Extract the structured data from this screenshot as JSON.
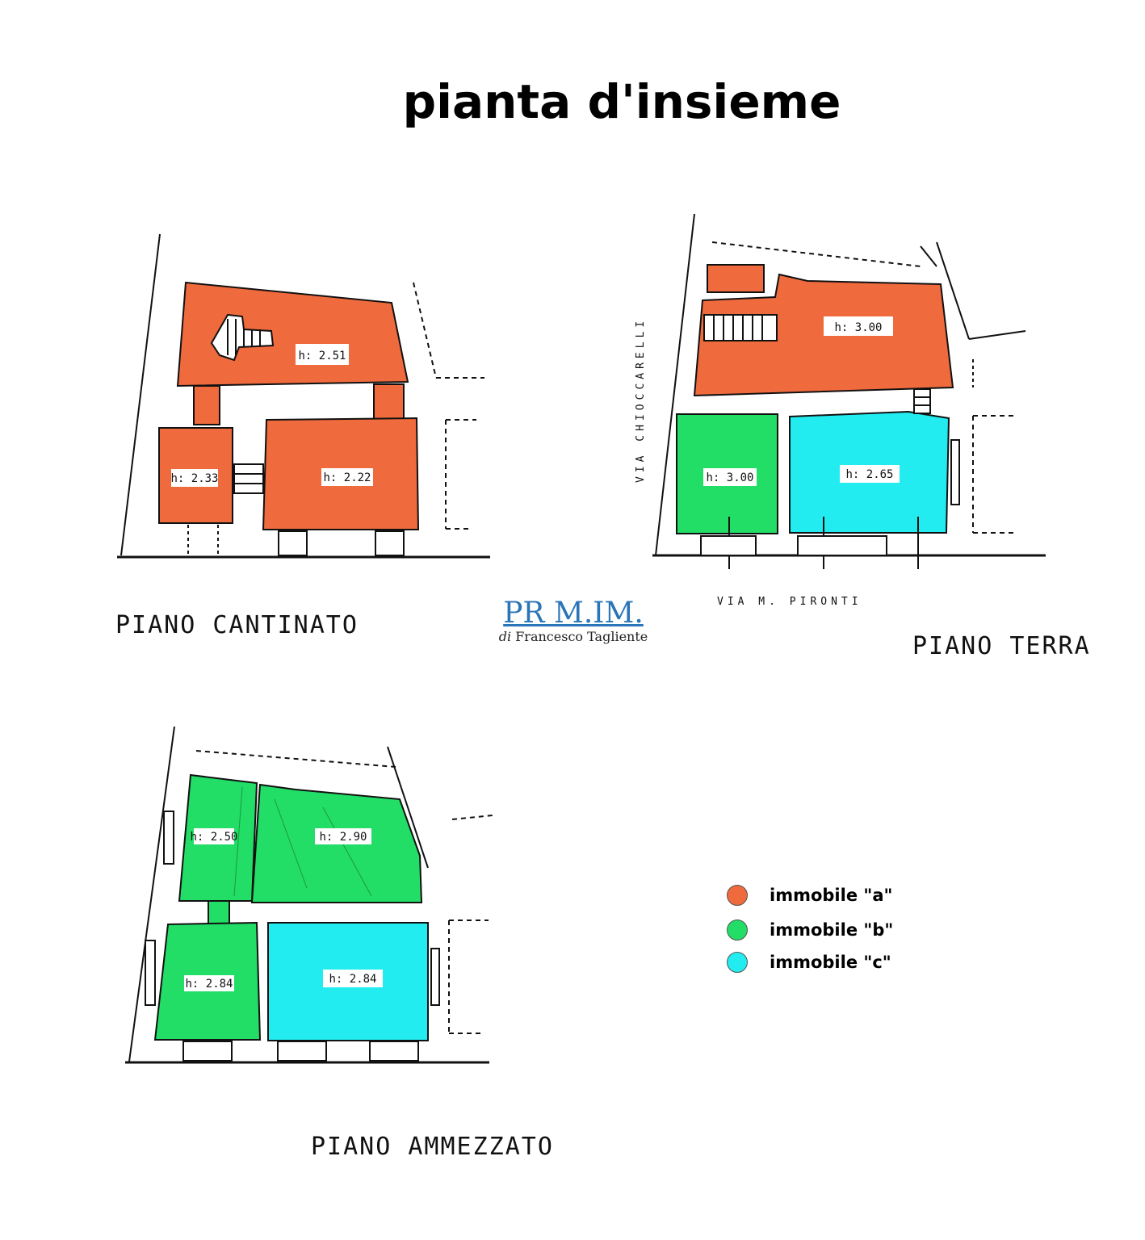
{
  "title": "pianta d'insieme",
  "floors": {
    "cantinato": {
      "label": "PIANO CANTINATO",
      "rooms": [
        {
          "height_label": "h: 2.51",
          "unit": "a"
        },
        {
          "height_label": "h: 2.33",
          "unit": "a"
        },
        {
          "height_label": "h: 2.22",
          "unit": "a"
        }
      ]
    },
    "terra": {
      "label": "PIANO TERRA",
      "street_side": "VIA CHIOCCARELLI",
      "street_front": "VIA M. PIRONTI",
      "rooms": [
        {
          "height_label": "h: 3.00",
          "unit": "a"
        },
        {
          "height_label": "h: 3.00",
          "unit": "b"
        },
        {
          "height_label": "h: 2.65",
          "unit": "c"
        }
      ]
    },
    "ammezzato": {
      "label": "PIANO AMMEZZATO",
      "rooms": [
        {
          "height_label": "h: 2.50",
          "unit": "b"
        },
        {
          "height_label": "h: 2.90",
          "unit": "b"
        },
        {
          "height_label": "h: 2.84",
          "unit": "b"
        },
        {
          "height_label": "h: 2.84",
          "unit": "c"
        }
      ]
    }
  },
  "legend": [
    {
      "label": "immobile \"a\"",
      "color": "#ef6a3d"
    },
    {
      "label": "immobile \"b\"",
      "color": "#22dd66"
    },
    {
      "label": "immobile \"c\"",
      "color": "#22ecf0"
    }
  ],
  "logo": {
    "name": "PR  M.IM.",
    "prefix": "di",
    "owner": "Francesco Tagliente"
  },
  "colors": {
    "unit_a": "#ef6a3d",
    "unit_b": "#22dd66",
    "unit_c": "#22ecf0",
    "line": "#111111"
  }
}
